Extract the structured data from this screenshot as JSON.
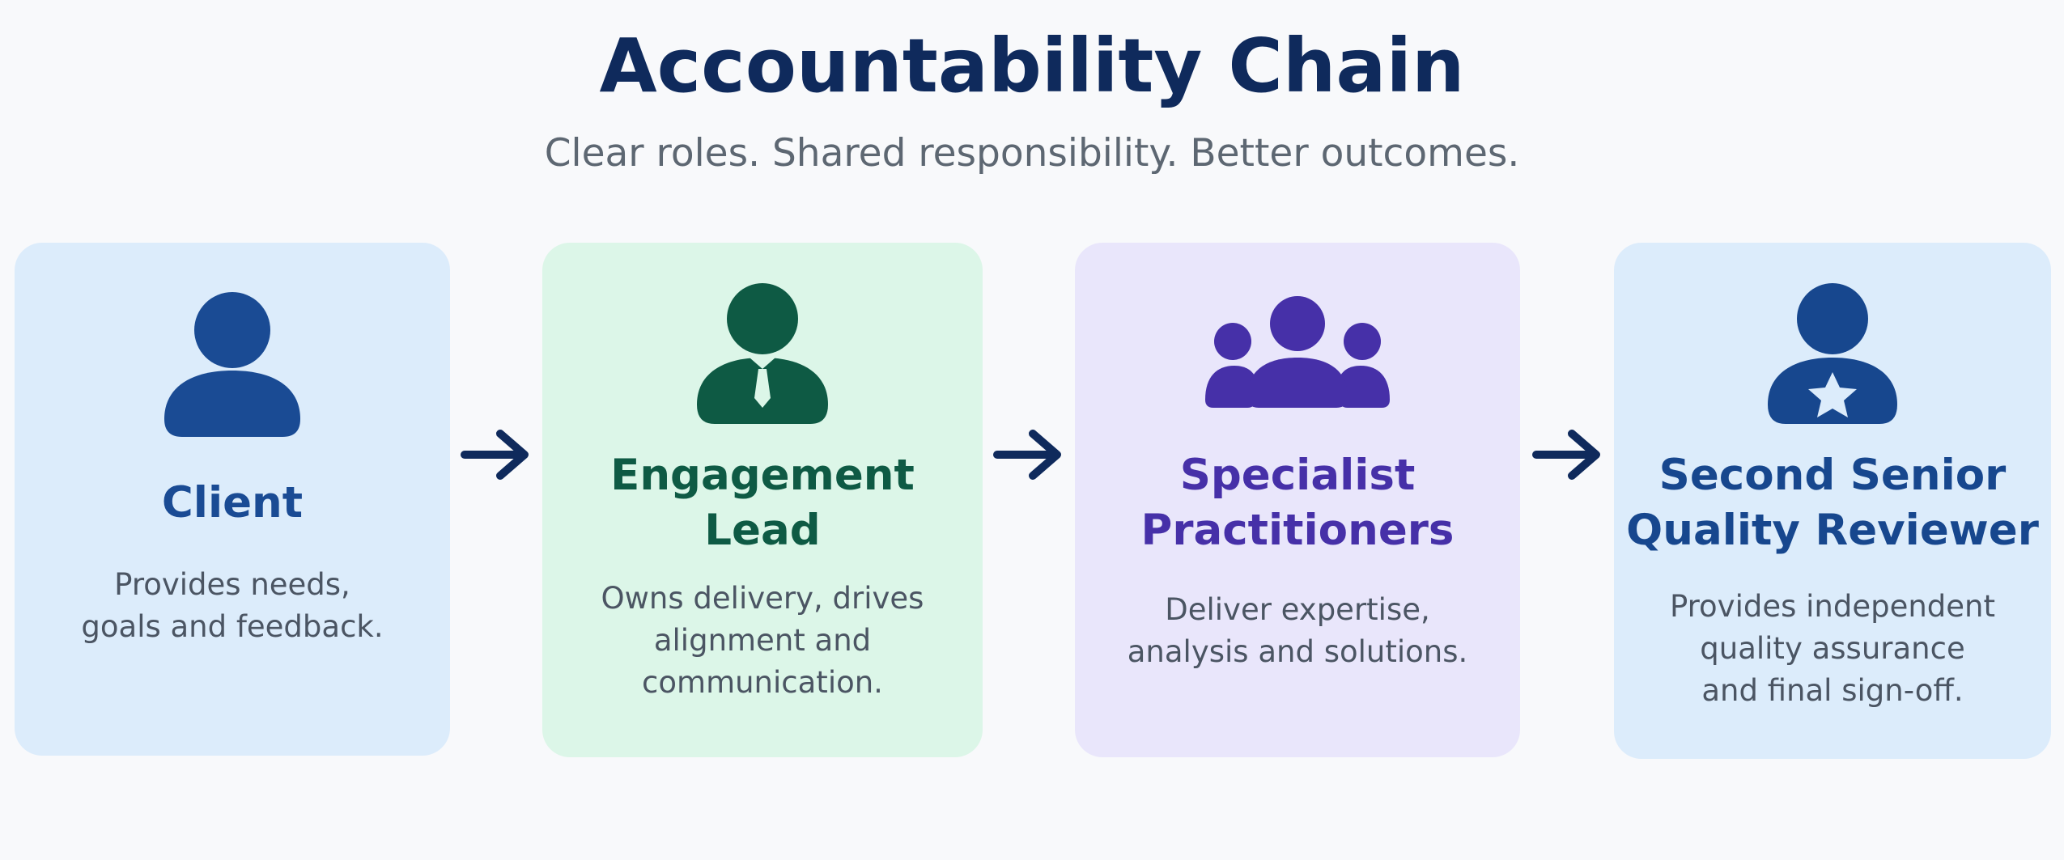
{
  "title": "Accountability Chain",
  "subtitle": "Clear roles. Shared responsibility. Better outcomes.",
  "colors": {
    "navy": "#0f2a5c",
    "client_bg": "#dcecfb",
    "client_fg": "#1a4b94",
    "lead_bg": "#dcf6e8",
    "lead_fg": "#0e5a44",
    "specialist_bg": "#e9e6fb",
    "specialist_fg": "#4630a8",
    "reviewer_bg": "#dcecfb",
    "reviewer_fg": "#17478e"
  },
  "cards": [
    {
      "icon": "person-icon",
      "role_lines": [
        "Client"
      ],
      "description": "Provides needs,\ngoals and feedback."
    },
    {
      "icon": "person-with-tie-icon",
      "role_lines": [
        "Engagement",
        "Lead"
      ],
      "description": "Owns delivery, drives\nalignment and\ncommunication."
    },
    {
      "icon": "group-icon",
      "role_lines": [
        "Specialist",
        "Practitioners"
      ],
      "description": "Deliver expertise,\nanalysis and solutions."
    },
    {
      "icon": "person-with-star-icon",
      "role_lines": [
        "Second Senior",
        "Quality Reviewer"
      ],
      "description": "Provides independent\nquality assurance\nand final sign-off."
    }
  ],
  "arrows": [
    "arrow-right-icon",
    "arrow-right-icon",
    "arrow-right-icon"
  ]
}
